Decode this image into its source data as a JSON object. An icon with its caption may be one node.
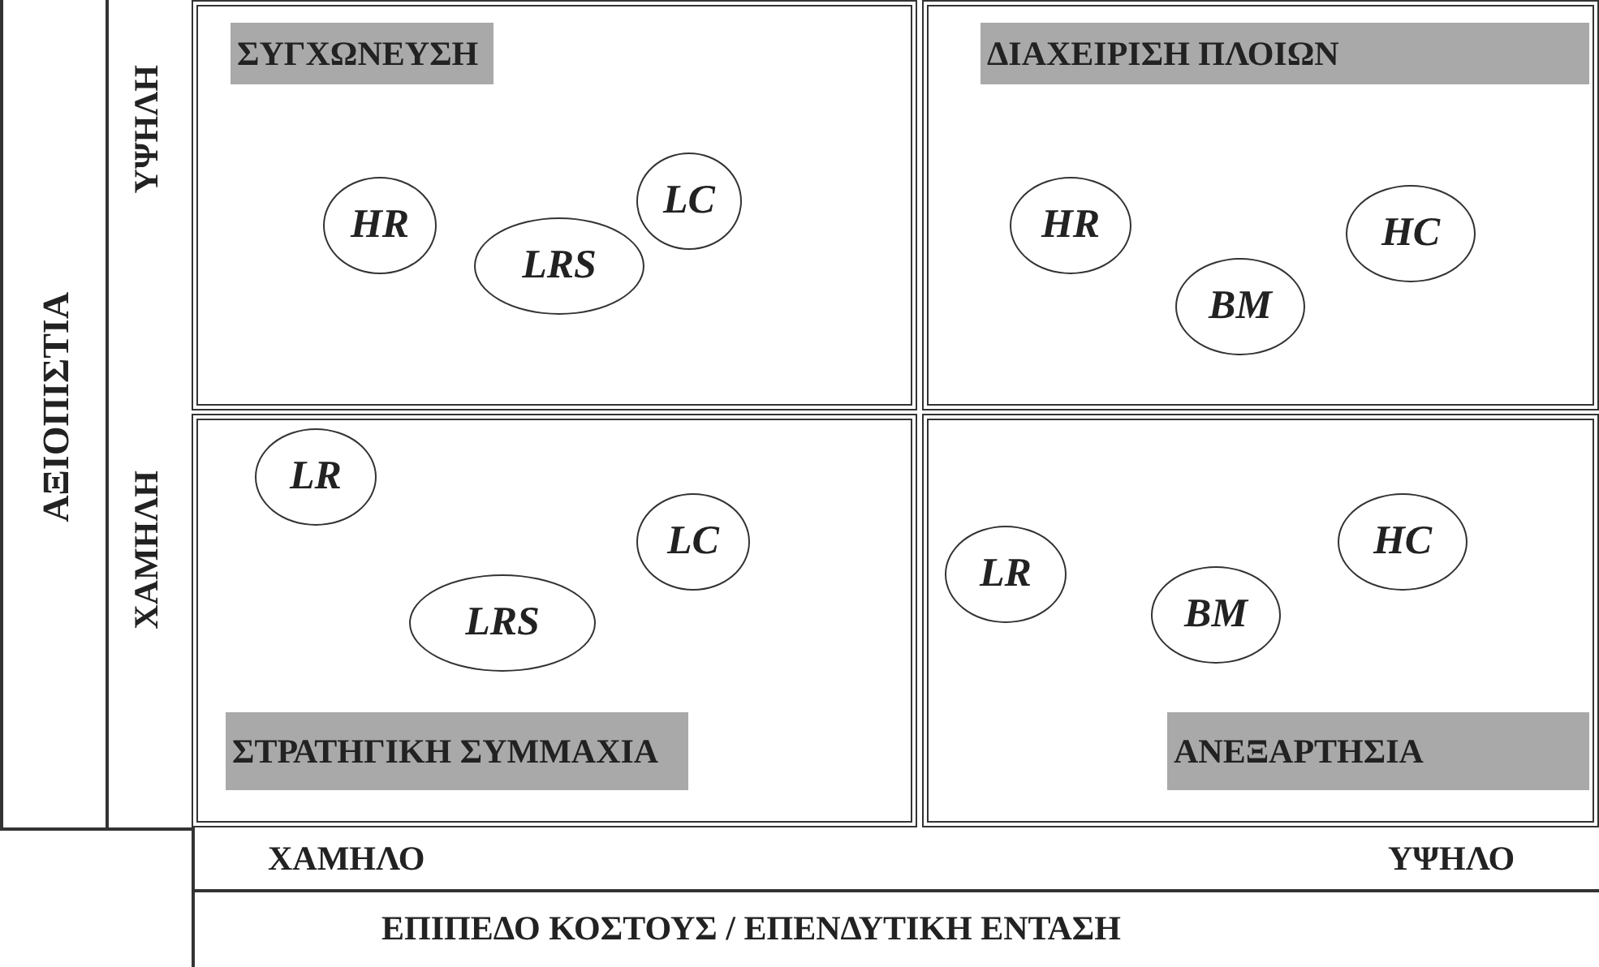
{
  "diagram": {
    "nodes": [
      {
        "text": [],
        "shape": "box"
      },
      {
        "text": [
          "ΣΥΓΧΩΝΕΥΣΗ"
        ],
        "in": 0
      },
      {
        "text": [
          "HR"
        ],
        "in": 0
      },
      {
        "text": [
          "LC"
        ],
        "in": 0
      },
      {
        "text": [
          "LRS"
        ],
        "in": 0
      },
      {
        "text": [],
        "shape": "box"
      },
      {
        "text": [
          "ΔΙΑΧΕΙΡΙΣΗ ΠΛΟΙΩΝ"
        ],
        "in": 5
      },
      {
        "text": [
          "HR"
        ],
        "in": 5
      },
      {
        "text": [
          "HC"
        ],
        "in": 5
      },
      {
        "text": [
          "BM"
        ],
        "in": 5
      },
      {
        "text": [],
        "shape": "box"
      },
      {
        "text": [
          "LR"
        ],
        "in": 10
      },
      {
        "text": [
          "LC"
        ],
        "in": 10
      },
      {
        "text": [
          "LRS"
        ],
        "in": 10
      },
      {
        "text": [
          "ΣΤΡΑΤΗΓΙΚΗ ΣΥΜΜΑΧΙΑ"
        ],
        "in": 10
      },
      {
        "text": [],
        "shape": "box"
      },
      {
        "text": [
          "HC"
        ],
        "in": 15
      },
      {
        "text": [
          "LR"
        ],
        "in": 15
      },
      {
        "text": [
          "BM"
        ],
        "in": 15
      },
      {
        "text": [
          "ΑΝΕΞΑΡΤΗΣΙΑ"
        ],
        "in": 15
      }
    ],
    "edges": [],
    "labels": [
      "ΑΞΙΟΠΙΣΤΙΑ",
      "ΥΨΗΛΗ",
      "ΧΑΜΗΛΗ",
      "ΧΑΜΗΛΟ",
      "ΥΨΗΛΟ",
      "ΕΠΙΠΕΔΟ ΚΟΣΤΟΥΣ / ΕΠΕΝΔΥΤΙΚΗ ΕΝΤΑΣΗ"
    ]
  }
}
